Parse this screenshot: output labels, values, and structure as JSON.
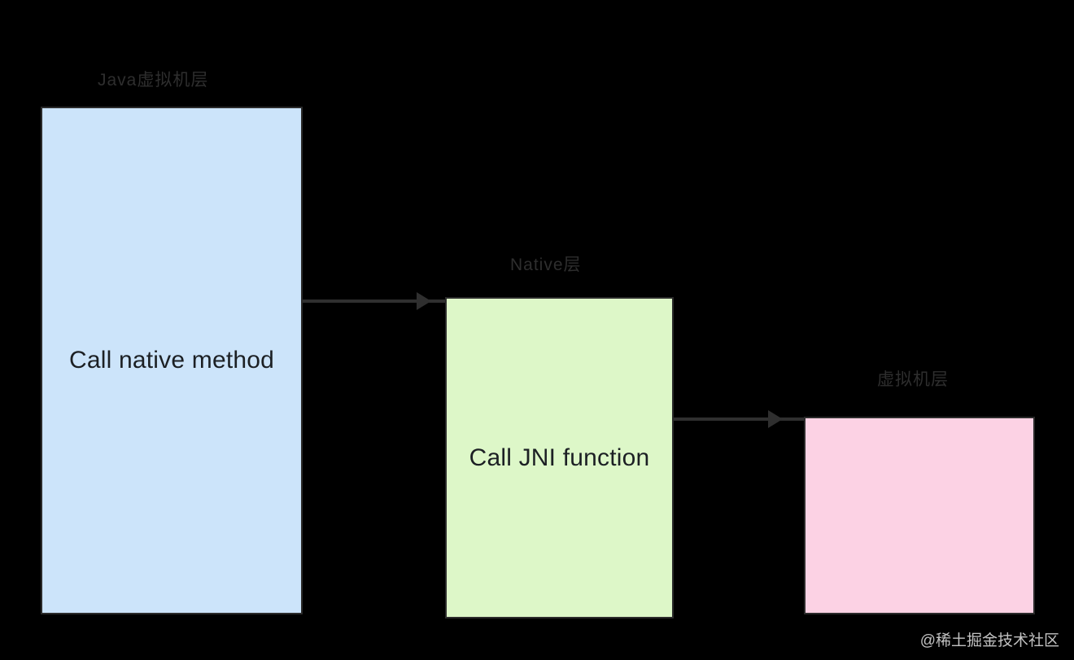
{
  "diagram": {
    "background_color": "#000000",
    "nodes": [
      {
        "id": "java",
        "label": "Call native method",
        "caption": "Java虚拟机层",
        "fill": "#cce4fa",
        "border": "#2b2b2b"
      },
      {
        "id": "native",
        "label": "Call JNI function",
        "caption": "Native层",
        "fill": "#ddf7c8",
        "border": "#2b2b2b"
      },
      {
        "id": "vm",
        "label": "",
        "caption": "虚拟机层",
        "fill": "#fcd2e4",
        "border": "#2b2b2b"
      }
    ],
    "edges": [
      {
        "id": "edge-1",
        "from": "java",
        "to": "native",
        "label": "",
        "color": "#2f2f2f"
      },
      {
        "id": "edge-2",
        "from": "native",
        "to": "vm",
        "label": "",
        "color": "#2f2f2f"
      }
    ]
  },
  "watermark": {
    "text": "@稀土掘金技术社区"
  }
}
